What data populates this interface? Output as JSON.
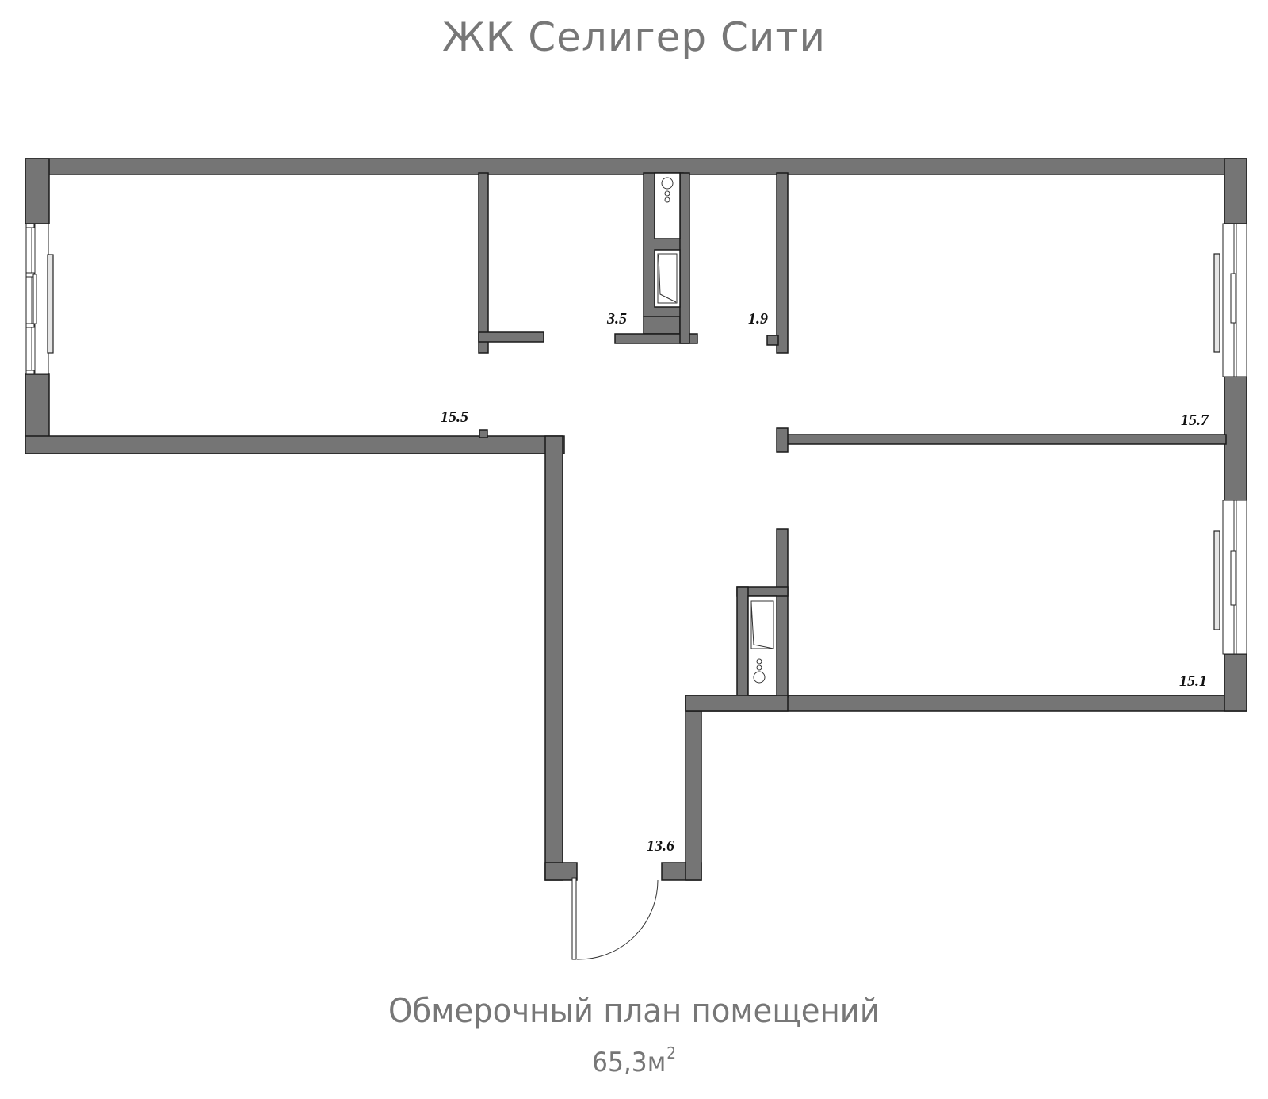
{
  "header": {
    "title": "ЖК Селигер Сити"
  },
  "footer": {
    "subtitle": "Обмерочный план помещений",
    "area_value": "65,3м",
    "area_superscript": "2"
  },
  "plan": {
    "wall_color": "#757575",
    "text_color": "#777777",
    "rooms": [
      {
        "id": "room-left",
        "area": "15.5"
      },
      {
        "id": "bathroom",
        "area": "3.5"
      },
      {
        "id": "toilet",
        "area": "1.9"
      },
      {
        "id": "room-right-top",
        "area": "15.7"
      },
      {
        "id": "room-right-bottom",
        "area": "15.1"
      },
      {
        "id": "hallway",
        "area": "13.6"
      }
    ],
    "fixtures": [
      "washbasin-top",
      "bathtub-top",
      "bathtub-bottom",
      "washbasin-bottom",
      "entrance-door",
      "windows",
      "radiators"
    ]
  }
}
